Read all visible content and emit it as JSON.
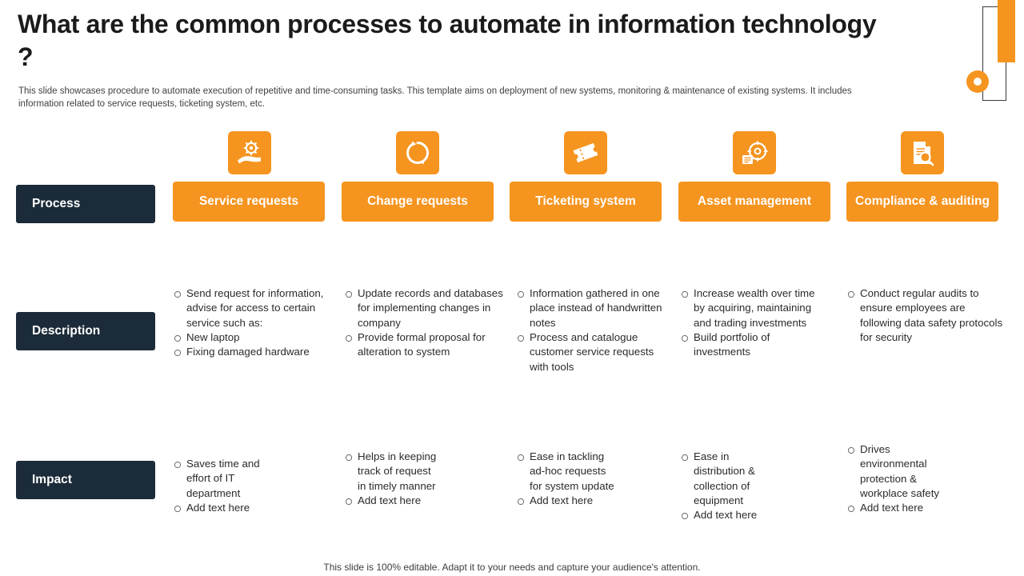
{
  "slide": {
    "title": "What are the common processes to automate in information technology ?",
    "subtitle": "This slide showcases procedure to automate execution of repetitive and time-consuming tasks. This template aims on deployment of new systems, monitoring & maintenance of existing systems. It includes information related to service requests, ticketing system, etc.",
    "footer": "This slide is 100% editable. Adapt it to your needs and capture your audience's attention."
  },
  "colors": {
    "accent": "#F5941F",
    "dark": "#1C2B39",
    "text": "#2B2B2B",
    "white": "#FFFFFF"
  },
  "row_labels": {
    "process": "Process",
    "description": "Description",
    "impact": "Impact"
  },
  "columns": [
    {
      "icon": "hand-gear-icon",
      "process": "Service requests",
      "description": [
        "Send request for information, advise for access to certain service such as:",
        "New laptop",
        "Fixing damaged hardware"
      ],
      "impact": [
        "Saves time and effort of IT department",
        "Add text here"
      ]
    },
    {
      "icon": "refresh-circular-arrows-icon",
      "process": "Change requests",
      "description": [
        "Update records and databases for implementing changes in company",
        "Provide formal proposal for alteration to system"
      ],
      "impact": [
        "Helps in keeping track of request in timely manner",
        "Add text here"
      ]
    },
    {
      "icon": "ticket-icon",
      "process": "Ticketing system",
      "description": [
        "Information gathered in one place instead of handwritten notes",
        "Process and catalogue customer service requests with tools"
      ],
      "impact": [
        "Ease in tackling ad-hoc requests for system update",
        "Add text here"
      ]
    },
    {
      "icon": "asset-settings-icon",
      "process": "Asset management",
      "description": [
        "Increase wealth over time by acquiring, maintaining and trading investments",
        "Build portfolio of investments"
      ],
      "impact": [
        "Ease in distribution & collection of equipment",
        "Add text here"
      ]
    },
    {
      "icon": "document-search-icon",
      "process": "Compliance & auditing",
      "description": [
        "Conduct regular audits to ensure employees are following data safety protocols for security"
      ],
      "impact": [
        "Drives environmental protection & workplace safety",
        "Add text here"
      ]
    }
  ]
}
